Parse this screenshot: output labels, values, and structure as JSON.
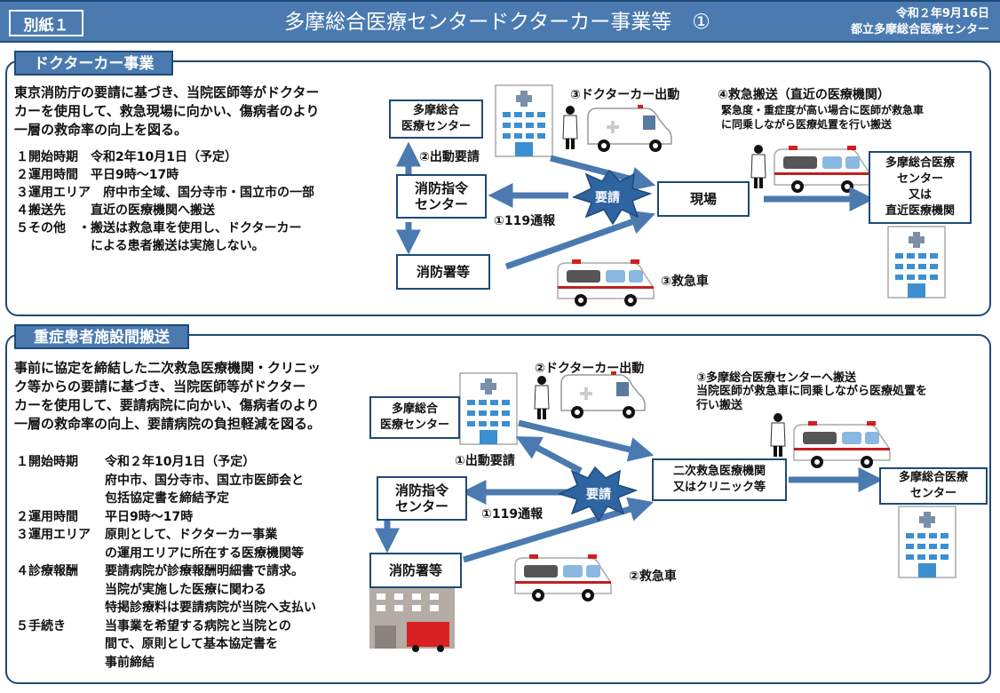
{
  "header": {
    "attachment": "別紙１",
    "title": "多摩総合医療センタードクターカー事業等　①",
    "date": "令和２年9月16日",
    "organization": "都立多摩総合医療センター"
  },
  "section1": {
    "tab": "ドクターカー事業",
    "description": [
      "東京消防庁の要請に基づき、当院医師等がドクター",
      "カーを使用して、救急現場に向かい、傷病者のより",
      "一層の救命率の向上を図る。"
    ],
    "items": [
      {
        "key": "１開始時期　",
        "lines": [
          "令和2年10月1日（予定）"
        ]
      },
      {
        "key": "２運用時間　",
        "lines": [
          "平日9時～17時"
        ]
      },
      {
        "key": "３運用エリア　",
        "lines": [
          "府中市全域、国分寺市・国立市の一部"
        ]
      },
      {
        "key": "４搬送先　　",
        "lines": [
          "直近の医療機関へ搬送"
        ]
      },
      {
        "key": "５その他　",
        "lines": [
          "・搬送は救急車を使用し、ドクターカー",
          "　による患者搬送は実施しない。"
        ]
      }
    ],
    "diagram": {
      "hospital_box": [
        "多摩総合",
        "医療センター"
      ],
      "dispatch_box": [
        "消防指令",
        "センター"
      ],
      "fire_station_box": "消防署等",
      "scene_box": "現場",
      "destination_box": [
        "多摩総合医療",
        "センター",
        "又は",
        "直近医療機関"
      ],
      "burst": "要請",
      "label_request": "②出動要請",
      "label_119": "①119通報",
      "label_doctor_car": "③ドクターカー出動",
      "label_ambulance": "③救急車",
      "label_transport_title": "④救急搬送（直近の医療機関）",
      "label_transport_note": [
        "緊急度・重症度が高い場合に医師が救急車",
        "に同乗しながら医療処置を行い搬送"
      ]
    }
  },
  "section2": {
    "tab": "重症患者施設間搬送",
    "description": [
      "事前に協定を締結した二次救急医療機関・クリニッ",
      "ク等からの要請に基づき、当院医師等がドクター",
      "カーを使用して、要請病院に向かい、傷病者のより",
      "一層の救命率の向上、要請病院の負担軽減を図る。"
    ],
    "items": [
      {
        "key": "１開始時期　",
        "lines": [
          "令和２年10月1日（予定）",
          "府中市、国分寺市、国立市医師会と",
          "包括協定書を締結予定"
        ]
      },
      {
        "key": "２運用時間　",
        "lines": [
          "平日9時～17時"
        ]
      },
      {
        "key": "３運用エリア　",
        "lines": [
          "原則として、ドクターカー事業",
          "の運用エリアに所在する医療機関等"
        ]
      },
      {
        "key": "４診療報酬　",
        "lines": [
          "要請病院が診療報酬明細書で請求。",
          "当院が実施した医療に関わる",
          "特掲診療料は要請病院が当院へ支払い"
        ]
      },
      {
        "key": "５手続き　　",
        "lines": [
          "当事業を希望する病院と当院との",
          "間で、原則として基本協定書を",
          "事前締結"
        ]
      }
    ],
    "diagram": {
      "hospital_box": [
        "多摩総合",
        "医療センター"
      ],
      "dispatch_box": [
        "消防指令",
        "センター"
      ],
      "fire_station_box": "消防署等",
      "clinic_box": [
        "二次救急医療機関",
        "又はクリニック等"
      ],
      "destination_box": [
        "多摩総合医療",
        "センター"
      ],
      "burst": "要請",
      "label_request": "①出動要請",
      "label_119": "①119通報",
      "label_doctor_car": "②ドクターカー出動",
      "label_ambulance": "②救急車",
      "label_transport_title": "③多摩総合医療センターへ搬送",
      "label_transport_note": [
        "当院医師が救急車に同乗しながら医療処置を",
        "行い搬送"
      ]
    }
  },
  "colors": {
    "header": "#4a7ab0",
    "border": "#1e4a78",
    "arrow": "#4a7ab0"
  }
}
